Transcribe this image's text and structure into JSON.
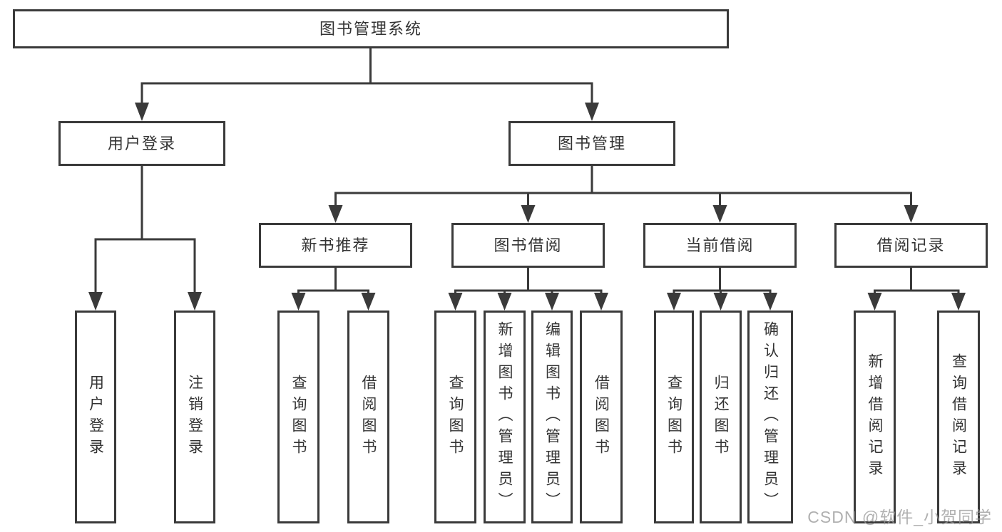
{
  "diagram": {
    "root": {
      "label": "图书管理系统"
    },
    "branches": [
      {
        "label": "用户登录",
        "children": [
          {
            "label": "用户登录"
          },
          {
            "label": "注销登录"
          }
        ]
      },
      {
        "label": "图书管理",
        "groups": [
          {
            "label": "新书推荐",
            "children": [
              {
                "label": "查询图书"
              },
              {
                "label": "借阅图书"
              }
            ]
          },
          {
            "label": "图书借阅",
            "children": [
              {
                "label": "查询图书"
              },
              {
                "label": "新增图书（管理员）"
              },
              {
                "label": "编辑图书（管理员）"
              },
              {
                "label": "借阅图书"
              }
            ]
          },
          {
            "label": "当前借阅",
            "children": [
              {
                "label": "查询图书"
              },
              {
                "label": "归还图书"
              },
              {
                "label": "确认归还（管理员）"
              }
            ]
          },
          {
            "label": "借阅记录",
            "children": [
              {
                "label": "新增借阅记录"
              },
              {
                "label": "查询借阅记录"
              }
            ]
          }
        ]
      }
    ]
  },
  "watermark": {
    "text": "CSDN @软件_小贺同学"
  },
  "colors": {
    "line": "#3a3a3a",
    "text": "#333333",
    "box_background": "#ffffff",
    "watermark": "#969696"
  }
}
